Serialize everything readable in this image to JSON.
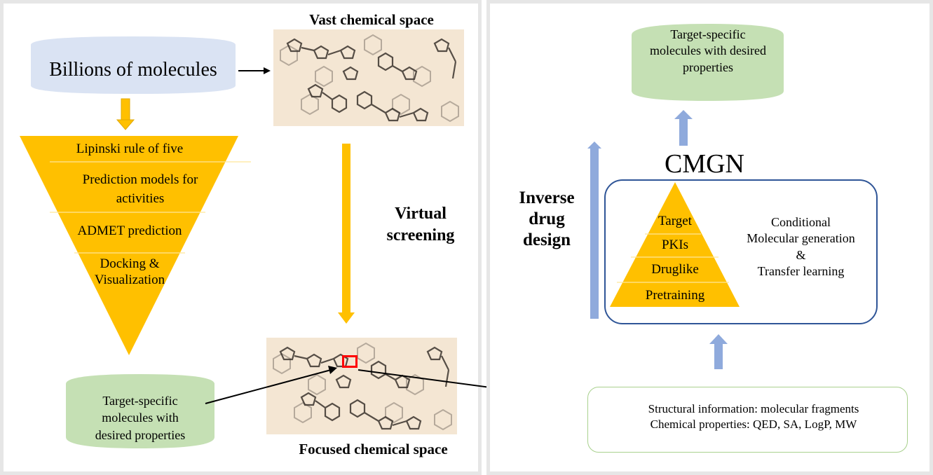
{
  "left_panel": {
    "source_cylinder": {
      "label": "Billions of molecules",
      "color": "#dae3f3"
    },
    "funnel": {
      "color": "#ffc000",
      "layers": [
        {
          "label": "Lipinski rule of five"
        },
        {
          "label": "Prediction models for activities"
        },
        {
          "label": "ADMET prediction"
        },
        {
          "label": "Docking & Visualization"
        }
      ]
    },
    "result_cylinder": {
      "label": "Target-specific molecules with desired properties",
      "color": "#c5e0b4"
    },
    "vast_space": {
      "title": "Vast chemical space"
    },
    "focused_space": {
      "title": "Focused chemical space"
    },
    "virtual_screening": {
      "label": "Virtual screening"
    },
    "highlight_color": "#ff0000"
  },
  "right_panel": {
    "result_cylinder": {
      "label": "Target-specific molecules with desired properties",
      "color": "#c5e0b4"
    },
    "model_name": "CMGN",
    "inverse_design": {
      "label": "Inverse drug design"
    },
    "pyramid": {
      "color": "#ffc000",
      "layers": [
        {
          "label": "Target"
        },
        {
          "label": "PKIs"
        },
        {
          "label": "Druglike"
        },
        {
          "label": "Pretraining"
        }
      ]
    },
    "method_description": {
      "line1": "Conditional",
      "line2": "Molecular generation",
      "line3": "&",
      "line4": "Transfer learning"
    },
    "input_box": {
      "line1": "Structural information: molecular fragments",
      "line2": "Chemical properties:  QED, SA, LogP, MW"
    },
    "arrow_color": "#8faadc",
    "box_border_color": "#2f5597"
  }
}
